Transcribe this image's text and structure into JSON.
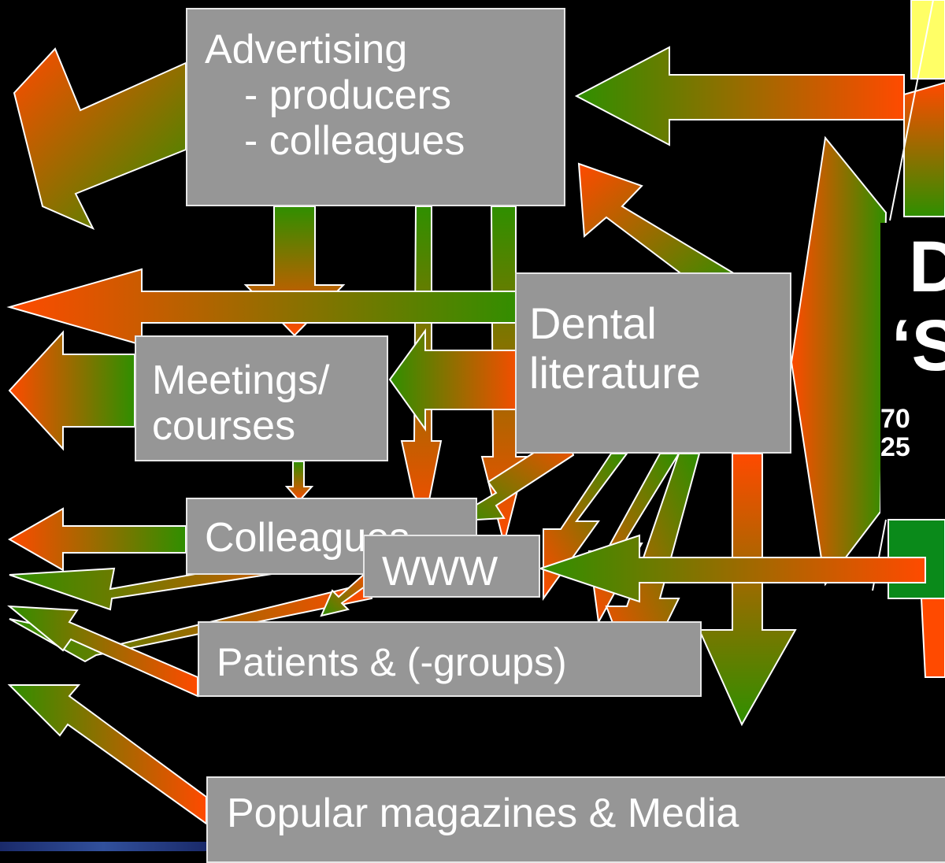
{
  "boxes": {
    "advertising": {
      "title": "Advertising",
      "item1": "- producers",
      "item2": "- colleagues"
    },
    "dental": {
      "line1": "Dental",
      "line2": "literature"
    },
    "meetings": {
      "line1": "Meetings/",
      "line2": "courses"
    },
    "colleagues": {
      "label": "Colleagues"
    },
    "www": {
      "label": "WWW"
    },
    "patients": {
      "label": "Patients & (-groups)"
    },
    "popular": {
      "label": "Popular magazines & Media"
    }
  },
  "cropped_panel": {
    "big1": "D",
    "big2": "‘S",
    "small1": "70",
    "small2": "25"
  },
  "colors": {
    "green": "#2f8f00",
    "orange": "#ff4a00",
    "box_fill": "#969696",
    "box_border": "#e6e6e6",
    "background": "#000000"
  }
}
